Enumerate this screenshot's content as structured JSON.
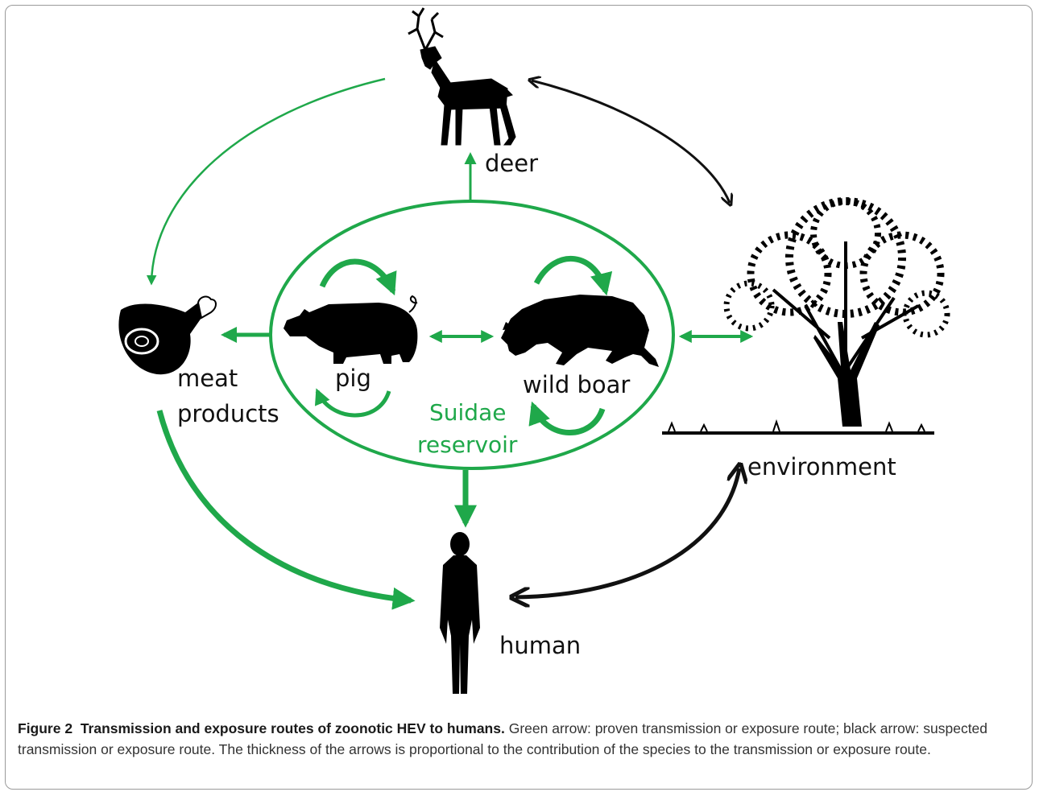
{
  "labels": {
    "deer": "deer",
    "meat_line1": "meat",
    "meat_line2": "products",
    "pig": "pig",
    "wild_boar": "wild boar",
    "suidae_line1": "Suidae",
    "suidae_line2": "reservoir",
    "environment": "environment",
    "human": "human"
  },
  "caption": {
    "figure_label": "Figure 2",
    "title": "Transmission and exposure routes of zoonotic HEV to humans.",
    "text": "Green arrow: proven transmission or exposure route; black arrow: suspected transmission or exposure route. The thickness of the arrows is proportional to the contribution of the species to the transmission or exposure route."
  },
  "colors": {
    "proven": "#1fa84a",
    "suspected": "#111111",
    "silhouette": "#000000"
  },
  "icons": [
    "deer-icon",
    "meat-icon",
    "pig-icon",
    "wild-boar-icon",
    "tree-icon",
    "human-icon"
  ]
}
